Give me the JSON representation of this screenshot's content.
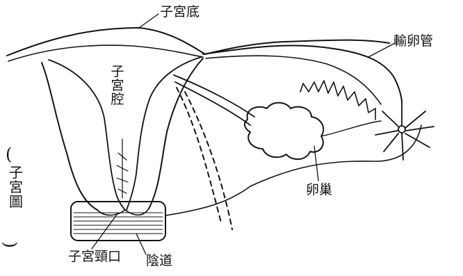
{
  "figure": {
    "caption_paren_open": "(",
    "caption": "子宮圖",
    "caption_paren_close": ")"
  },
  "labels": {
    "fundus": "子宮底",
    "fallopian_tube": "輸卵管",
    "uterine_cavity": "子宮腔",
    "ovary": "卵巢",
    "cervix_opening": "子宮頸口",
    "vagina": "陰道"
  },
  "colors": {
    "ink": "#111111",
    "paper": "#ffffff"
  }
}
